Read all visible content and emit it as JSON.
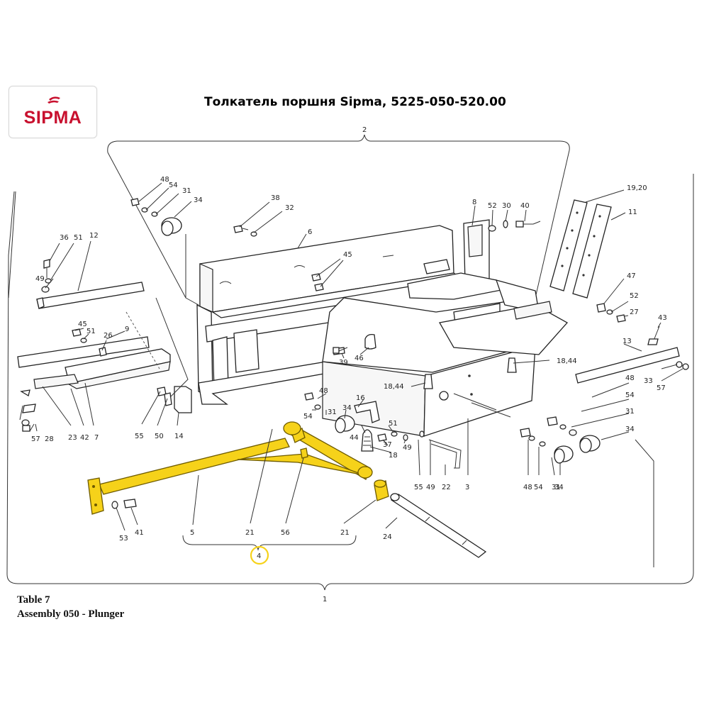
{
  "brand": {
    "name": "SIPMA",
    "color": "#c8102e"
  },
  "title": "Толкатель поршня Sipma, 5225-050-520.00",
  "caption": {
    "table": "Table 7",
    "assembly": "Assembly 050 - Plunger"
  },
  "highlight_color": "#f6d21a",
  "highlighted_callout": "4",
  "callouts": {
    "c2": "2",
    "c1": "1",
    "c4": "4",
    "c48a": "48",
    "c54a": "54",
    "c31a": "31",
    "c34a": "34",
    "c38": "38",
    "c32": "32",
    "c6": "6",
    "c45a": "45",
    "c8": "8",
    "c52a": "52",
    "c30": "30",
    "c40": "40",
    "c1920": "19,20",
    "c11": "11",
    "c47": "47",
    "c52b": "52",
    "c27": "27",
    "c43": "43",
    "c36": "36",
    "c51a": "51",
    "c12": "12",
    "c49a": "49",
    "c45b": "45",
    "c51b": "51",
    "c26": "26",
    "c9": "9",
    "c39": "39",
    "c46": "46",
    "c1844a": "18,44",
    "c1844b": "18,44",
    "c13": "13",
    "c33": "33",
    "c57a": "57",
    "c48b": "48",
    "c54b": "54",
    "c34b": "34",
    "c16": "16",
    "c44": "44",
    "c51c": "51",
    "c37": "37",
    "c49b": "49",
    "c18": "18",
    "c48c": "48",
    "c54c": "54",
    "c31b": "31",
    "c34c": "34",
    "c48d": "48",
    "c54d": "54",
    "c31c": "31",
    "c34d": "34",
    "c55a": "55",
    "c49c": "49",
    "c22": "22",
    "c3": "3",
    "c23": "23",
    "c42": "42",
    "c7": "7",
    "c57b": "57",
    "c28": "28",
    "c55b": "55",
    "c50": "50",
    "c14": "14",
    "c53": "53",
    "c41": "41",
    "c5": "5",
    "c21a": "21",
    "c56": "56",
    "c21b": "21",
    "c24": "24"
  }
}
